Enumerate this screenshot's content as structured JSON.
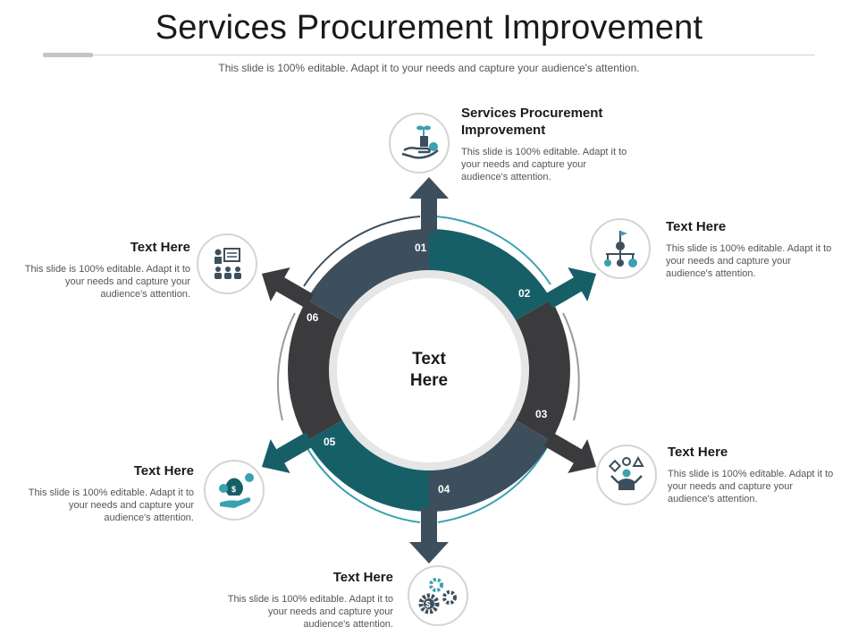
{
  "title": "Services Procurement Improvement",
  "subtitle": "This slide is 100% editable. Adapt it to your needs and capture your audience's attention.",
  "center": {
    "line1": "Text",
    "line2": "Here"
  },
  "segments": [
    "01",
    "02",
    "03",
    "04",
    "05",
    "06"
  ],
  "items": [
    {
      "heading": "Services Procurement Improvement",
      "text": "This slide is 100% editable. Adapt it to your needs and capture your audience's attention.",
      "icon": "hand-plant-money-icon"
    },
    {
      "heading": "Text Here",
      "text": "This slide is 100% editable. Adapt it to your needs and capture your audience's attention.",
      "icon": "flag-network-icon"
    },
    {
      "heading": "Text Here",
      "text": "This slide is 100% editable. Adapt it to your needs and capture your audience's attention.",
      "icon": "person-shapes-icon"
    },
    {
      "heading": "Text Here",
      "text": "This slide is 100% editable. Adapt it to your needs and capture your audience's attention.",
      "icon": "gears-dollar-icon"
    },
    {
      "heading": "Text Here",
      "text": "This slide is 100% editable. Adapt it to your needs and capture your audience's attention.",
      "icon": "money-bag-hand-icon"
    },
    {
      "heading": "Text Here",
      "text": "This slide is 100% editable. Adapt it to your needs and capture your audience's attention.",
      "icon": "presentation-team-icon"
    }
  ],
  "colors": {
    "teal": "#175f67",
    "slate": "#3d4f5c",
    "charcoal": "#3b3b3d",
    "accent": "#3aa1b0"
  }
}
